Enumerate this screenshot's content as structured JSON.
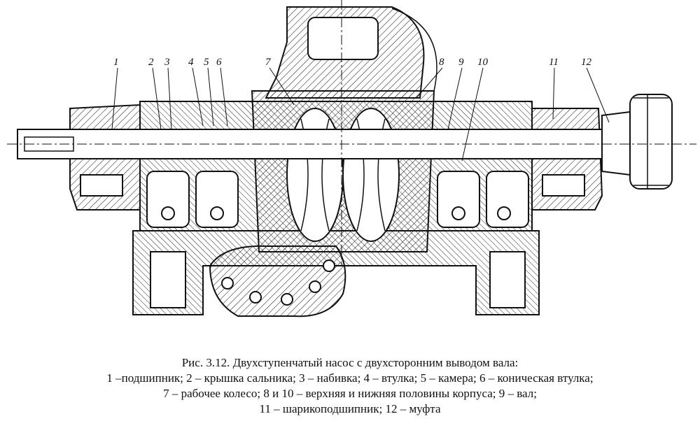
{
  "figure": {
    "callouts": [
      "1",
      "2",
      "3",
      "4",
      "5",
      "6",
      "7",
      "8",
      "9",
      "10",
      "11",
      "12"
    ]
  },
  "caption": {
    "title": "Рис.  3.12. Двухступенчатый насос с двухсторонним выводом вала:",
    "line1": "1 –подшипник; 2 – крышка сальника; 3 – набивка; 4 – втулка; 5 – камера; 6 – коническая втулка;",
    "line2": "7 – рабочее колесо; 8 и 10 – верхняя и нижняя половины  корпуса; 9 – вал;",
    "line3": "11 – шарикоподшипник; 12 – муфта"
  }
}
